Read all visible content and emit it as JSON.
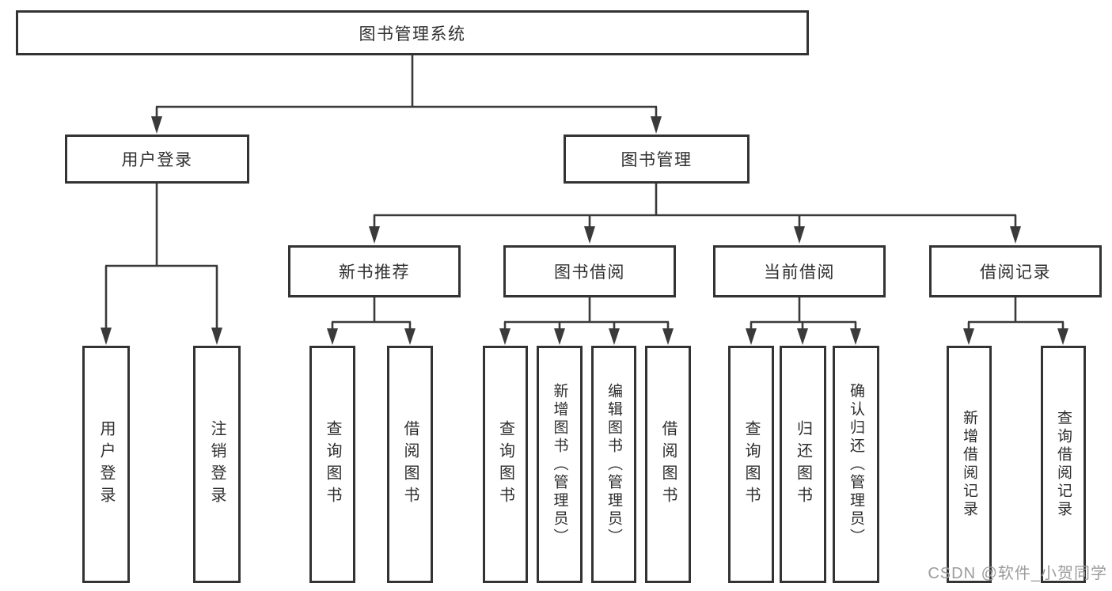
{
  "diagram": {
    "type": "hierarchy-tree",
    "orientation": "top-down"
  },
  "colors": {
    "line": "#3a3a3a",
    "box_border": "#333333",
    "box_fill": "#ffffff",
    "text": "#2e2e2e",
    "watermark": "#9c9c9c",
    "background": "#ffffff"
  },
  "tree": {
    "label": "图书管理系统",
    "children": [
      {
        "label": "用户登录",
        "children": [
          {
            "label": "用户登录"
          },
          {
            "label": "注销登录"
          }
        ]
      },
      {
        "label": "图书管理",
        "children": [
          {
            "label": "新书推荐",
            "children": [
              {
                "label": "查询图书"
              },
              {
                "label": "借阅图书"
              }
            ]
          },
          {
            "label": "图书借阅",
            "children": [
              {
                "label": "查询图书"
              },
              {
                "label": "新增图书（管理员）"
              },
              {
                "label": "编辑图书（管理员）"
              },
              {
                "label": "借阅图书"
              }
            ]
          },
          {
            "label": "当前借阅",
            "children": [
              {
                "label": "查询图书"
              },
              {
                "label": "归还图书"
              },
              {
                "label": "确认归还（管理员）"
              }
            ]
          },
          {
            "label": "借阅记录",
            "children": [
              {
                "label": "新增借阅记录"
              },
              {
                "label": "查询借阅记录"
              }
            ]
          }
        ]
      }
    ]
  },
  "watermark": {
    "text": "CSDN @软件_小贺同学"
  }
}
